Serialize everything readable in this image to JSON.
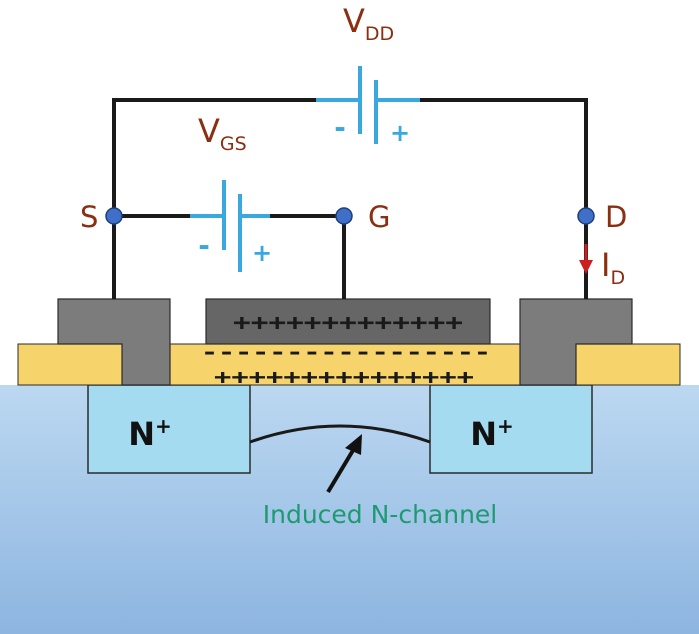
{
  "labels": {
    "vdd_main": "V",
    "vdd_sub": "DD",
    "vgs_main": "V",
    "vgs_sub": "GS",
    "source": "S",
    "gate": "G",
    "drain": "D",
    "id_main": "I",
    "id_sub": "D",
    "n_left": "N",
    "n_right": "N",
    "n_sup": "+",
    "gate_charges": "+++++++++++++",
    "oxide_charges": "-----------------",
    "channel_charges": "+++++++++++++++",
    "induced_channel": "Induced N-channel"
  },
  "batteries": {
    "vdd": {
      "minus": "-",
      "plus": "+"
    },
    "vgs": {
      "minus": "-",
      "plus": "+"
    }
  },
  "colors": {
    "substrate_top": "#b9d6f0",
    "substrate_bottom": "#8fb7e2",
    "n_region": "#a5dbf0",
    "oxide": "#f7d36b",
    "metal": "#7c7c7c",
    "gate_metal": "#666666",
    "wire": "#1a1a1a",
    "terminal": "#3f6fc8",
    "battery": "#39a8df",
    "label": "#8a2f10",
    "current_arrow": "#cc2020",
    "channel_text": "#1e9a72"
  }
}
